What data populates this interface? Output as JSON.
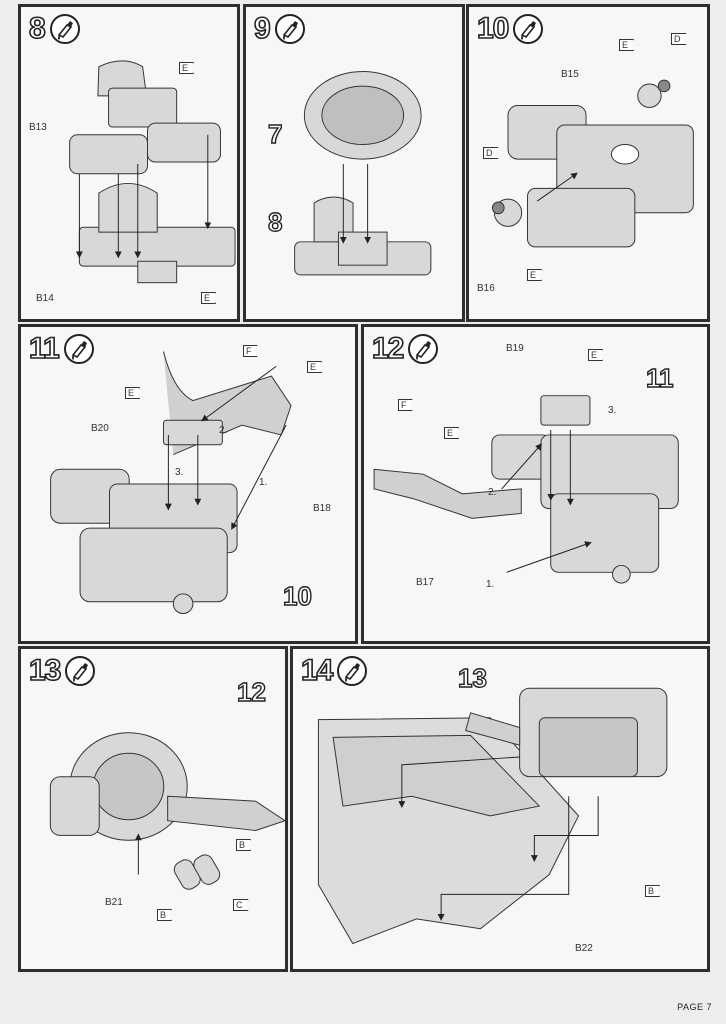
{
  "steps": [
    {
      "number": "8",
      "labels": [
        "B13",
        "B14"
      ],
      "flags": [
        "E",
        "E"
      ]
    },
    {
      "number": "9",
      "refs": [
        "7",
        "8"
      ]
    },
    {
      "number": "10",
      "labels": [
        "B15",
        "B16"
      ],
      "flags": [
        "E",
        "D",
        "D",
        "E"
      ]
    },
    {
      "number": "11",
      "labels": [
        "B20",
        "B18"
      ],
      "flags": [
        "E",
        "E",
        "F"
      ],
      "refs": [
        "10"
      ],
      "sequence": [
        "1.",
        "2.",
        "3."
      ]
    },
    {
      "number": "12",
      "labels": [
        "B19",
        "B17"
      ],
      "flags": [
        "E",
        "E",
        "F"
      ],
      "refs": [
        "11"
      ],
      "sequence": [
        "1.",
        "2.",
        "3."
      ]
    },
    {
      "number": "13",
      "labels": [
        "B21"
      ],
      "flags": [
        "B",
        "B",
        "C"
      ],
      "refs": [
        "12"
      ]
    },
    {
      "number": "14",
      "labels": [
        "B22"
      ],
      "flags": [
        "B"
      ],
      "refs": [
        "13"
      ]
    }
  ],
  "footer": {
    "page": "PAGE 7"
  }
}
